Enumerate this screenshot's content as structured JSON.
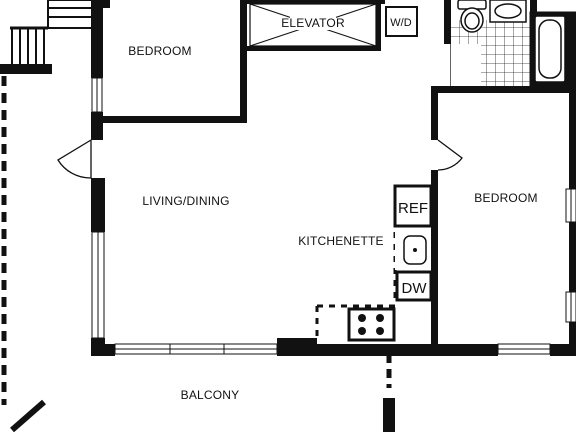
{
  "rooms": {
    "bedroom_1": "BEDROOM",
    "elevator": "ELEVATOR",
    "washer_dryer": "W/D",
    "living_dining": "LIVING/DINING",
    "kitchenette": "KITCHENETTE",
    "bedroom_2": "BEDROOM",
    "balcony": "BALCONY"
  },
  "appliances": {
    "refrigerator": "REF",
    "dishwasher": "DW"
  },
  "colors": {
    "wall": "#111111",
    "glass": "#d6e8e8",
    "tile": "#111111",
    "background": "#ffffff"
  }
}
